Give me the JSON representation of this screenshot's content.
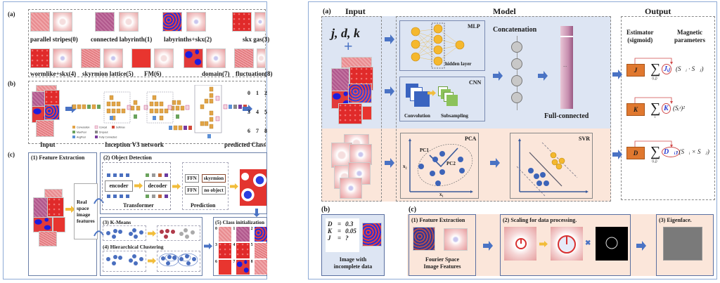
{
  "left_figure": {
    "panel_a": {
      "label": "(a)",
      "classes": [
        {
          "name": "parallel stripes(0)"
        },
        {
          "name": "connected labyrinth(1)"
        },
        {
          "name": "labyrinths+skx(2)"
        },
        {
          "name": "skx gas(3)"
        },
        {
          "name": "wormlike+skx(4)"
        },
        {
          "name": "skyrmion lattice(5)"
        },
        {
          "name": "FM(6)"
        },
        {
          "name": "domain(7)"
        },
        {
          "name": "fluctuation(8)"
        }
      ]
    },
    "panel_b": {
      "label": "(b)",
      "input_label": "Input",
      "network_label": "Inception V3 network",
      "output_label": "predicted Class",
      "classes_grid": [
        "0",
        "1",
        "2",
        "3",
        "4",
        "5",
        "6",
        "7",
        "8"
      ],
      "legend": [
        "Convolution",
        "Concat",
        "Softmax",
        "MaxPool",
        "Dropout",
        "AvgPool",
        "Fully Connected"
      ]
    },
    "panel_c": {
      "label": "(c)",
      "feature_extraction": "(1) Feature Extraction",
      "features_text": [
        "Real",
        "space",
        "image",
        "features"
      ],
      "object_detection": "(2) Object Detection",
      "encoder": "encoder",
      "decoder": "decoder",
      "transformer": "Transformer",
      "ffn": "FFN",
      "skyrmion": "skyrmion",
      "no_object": "no object",
      "prediction": "Prediction",
      "kmeans": "(3) K-Means",
      "hierarchical": "(4) Hierarchical Clustering",
      "class_init": "(5) Class initialization",
      "class_ids": [
        "0",
        "1",
        "2",
        "3",
        "4",
        "5",
        "6",
        "7",
        "8"
      ]
    }
  },
  "right_figure": {
    "panel_a": {
      "label": "(a)",
      "input_title": "Input",
      "model_title": "Model",
      "output_title": "Output",
      "params": "j, d, k",
      "plus": "+",
      "mlp": "MLP",
      "hidden_layer": "hidden layer",
      "cnn": "CNN",
      "convolution": "Convolution",
      "subsampling": "Subsampling",
      "concatenation": "Concatenation",
      "full_connected": "Full-connected",
      "ellipsis": "...",
      "pca": "PCA",
      "pc1": "PC1",
      "pc2": "PC2",
      "x1": "x₁",
      "x2": "x₂",
      "svr": "SVR",
      "estimator": [
        "Estimator",
        "(sigmoid)"
      ],
      "magnetic": [
        "Magnetic",
        "parameters"
      ],
      "estimators": [
        {
          "symbol": "J",
          "sum_sub": "⟨i,j⟩",
          "coef": "Jᵢⱼ",
          "term": "(S⃗ᵢ · S⃗ⱼ)"
        },
        {
          "symbol": "K",
          "sum_sub": "i",
          "coef": "K",
          "term": "(Sᵢᶻ)²"
        },
        {
          "symbol": "D",
          "sum_sub": "⟨i,j⟩",
          "coef": "D⃗ᵢⱼ",
          "term": "· (S⃗ᵢ × S⃗ⱼ)"
        }
      ]
    },
    "panel_b": {
      "label": "(b)",
      "rows": [
        {
          "k": "D",
          "eq": "=",
          "v": "0.3"
        },
        {
          "k": "K",
          "eq": "=",
          "v": "0.05"
        },
        {
          "k": "J",
          "eq": "=",
          "v": "?"
        }
      ],
      "caption": [
        "Image with",
        "incomplete data"
      ]
    },
    "panel_c": {
      "label": "(c)",
      "step1": "(1) Feature Extraction",
      "step1_caption": [
        "Fourier Space",
        "Image Features"
      ],
      "step2": "(2) Scaling for data processing.",
      "step3": "(3) Eigenface.",
      "times": "✖"
    }
  },
  "colors": {
    "panel_border": "#8eaad6",
    "blue_bg": "#dde5f3",
    "peach_bg": "#fbe6da",
    "arrow_blue": "#4a73c4",
    "arrow_yellow": "#f2bd3a",
    "estimator_orange": "#e0782f",
    "node_yellow": "#f5b82e",
    "node_blue": "#3d64b8"
  }
}
